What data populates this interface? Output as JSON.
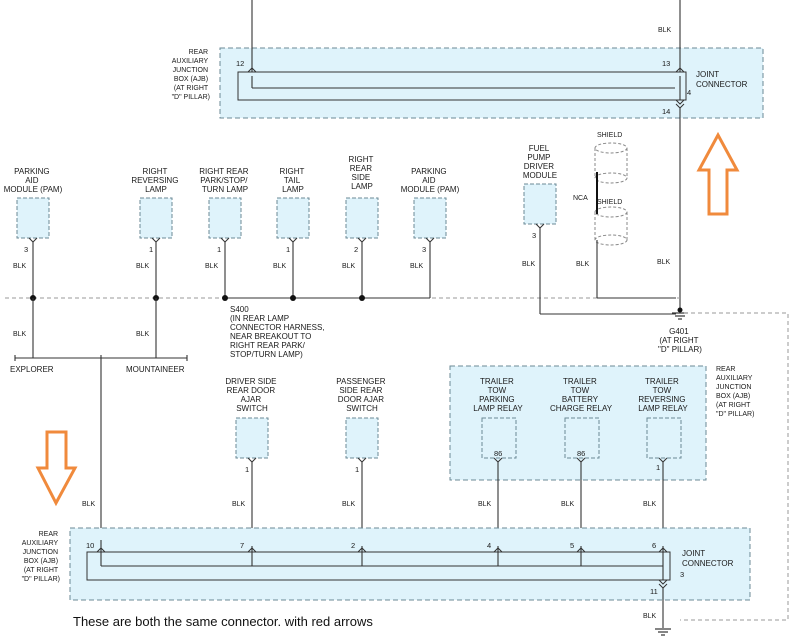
{
  "top_junction": {
    "label": [
      "REAR",
      "AUXILIARY",
      "JUNCTION",
      "BOX (AJB)",
      "(AT RIGHT",
      "\"D\" PILLAR)"
    ],
    "pin_left": "12",
    "pin_right": "13",
    "pin_bottom_right": "14",
    "pin_joint": "4",
    "joint_label": [
      "JOINT",
      "CONNECTOR"
    ],
    "wire_top_right": "BLK"
  },
  "modules": [
    {
      "label": [
        "PARKING",
        "AID",
        "MODULE (PAM)"
      ],
      "pin": "3",
      "wire": "BLK"
    },
    {
      "label": [
        "RIGHT",
        "REVERSING",
        "LAMP"
      ],
      "pin": "1",
      "wire": "BLK"
    },
    {
      "label": [
        "RIGHT REAR",
        "PARK/STOP/",
        "TURN LAMP"
      ],
      "pin": "1",
      "wire": "BLK"
    },
    {
      "label": [
        "RIGHT",
        "TAIL",
        "LAMP"
      ],
      "pin": "1",
      "wire": "BLK"
    },
    {
      "label": [
        "RIGHT",
        "REAR",
        "SIDE",
        "LAMP"
      ],
      "pin": "2",
      "wire": "BLK"
    },
    {
      "label": [
        "PARKING",
        "AID",
        "MODULE (PAM)"
      ],
      "pin": "3",
      "wire": "BLK"
    }
  ],
  "fuel_pump": {
    "label": [
      "FUEL",
      "PUMP",
      "DRIVER",
      "MODULE"
    ],
    "pin": "3",
    "wire": "BLK"
  },
  "shield": {
    "top": "SHIELD",
    "bottom": "SHIELD",
    "nca": "NCA",
    "wire": "BLK"
  },
  "ground": {
    "right_wire": "BLK",
    "label": [
      "G401",
      "(AT RIGHT",
      "\"D\" PILLAR)"
    ]
  },
  "splice": {
    "label": [
      "S400",
      "(IN REAR LAMP",
      "CONNECTOR HARNESS,",
      "NEAR BREAKOUT TO",
      "RIGHT REAR PARK/",
      "STOP/TURN LAMP)"
    ]
  },
  "variants": {
    "left_wire1": "BLK",
    "left_wire2": "BLK",
    "explorer": "EXPLORER",
    "mountaineer": "MOUNTAINEER"
  },
  "switches": [
    {
      "label": [
        "DRIVER SIDE",
        "REAR DOOR",
        "AJAR",
        "SWITCH"
      ],
      "pin": "1",
      "wire": "BLK"
    },
    {
      "label": [
        "PASSENGER",
        "SIDE REAR",
        "DOOR AJAR",
        "SWITCH"
      ],
      "pin": "1",
      "wire": "BLK"
    }
  ],
  "relay_box": {
    "label": [
      "REAR",
      "AUXILIARY",
      "JUNCTION",
      "BOX (AJB)",
      "(AT RIGHT",
      "\"D\" PILLAR)"
    ]
  },
  "relays": [
    {
      "label": [
        "TRAILER",
        "TOW",
        "PARKING",
        "LAMP RELAY"
      ],
      "pin": "86",
      "wire": "BLK"
    },
    {
      "label": [
        "TRAILER",
        "TOW",
        "BATTERY",
        "CHARGE RELAY"
      ],
      "pin": "86",
      "wire": "BLK"
    },
    {
      "label": [
        "TRAILER",
        "TOW",
        "REVERSING",
        "LAMP RELAY"
      ],
      "pin": "1",
      "wire": "BLK"
    }
  ],
  "bottom_junction": {
    "label": [
      "REAR",
      "AUXILIARY",
      "JUNCTION",
      "BOX (AJB)",
      "(AT RIGHT",
      "\"D\" PILLAR)"
    ],
    "pins": [
      "10",
      "7",
      "2",
      "4",
      "5",
      "6"
    ],
    "pin_joint": "3",
    "pin_bottom": "11",
    "joint_label": [
      "JOINT",
      "CONNECTOR"
    ],
    "wire_left": "BLK",
    "wire_bottom": "BLK"
  },
  "annotation": "These are both the same connector. with red arrows",
  "colors": {
    "box_fill": "#dff3fb",
    "arrow": "#f08a3c"
  }
}
